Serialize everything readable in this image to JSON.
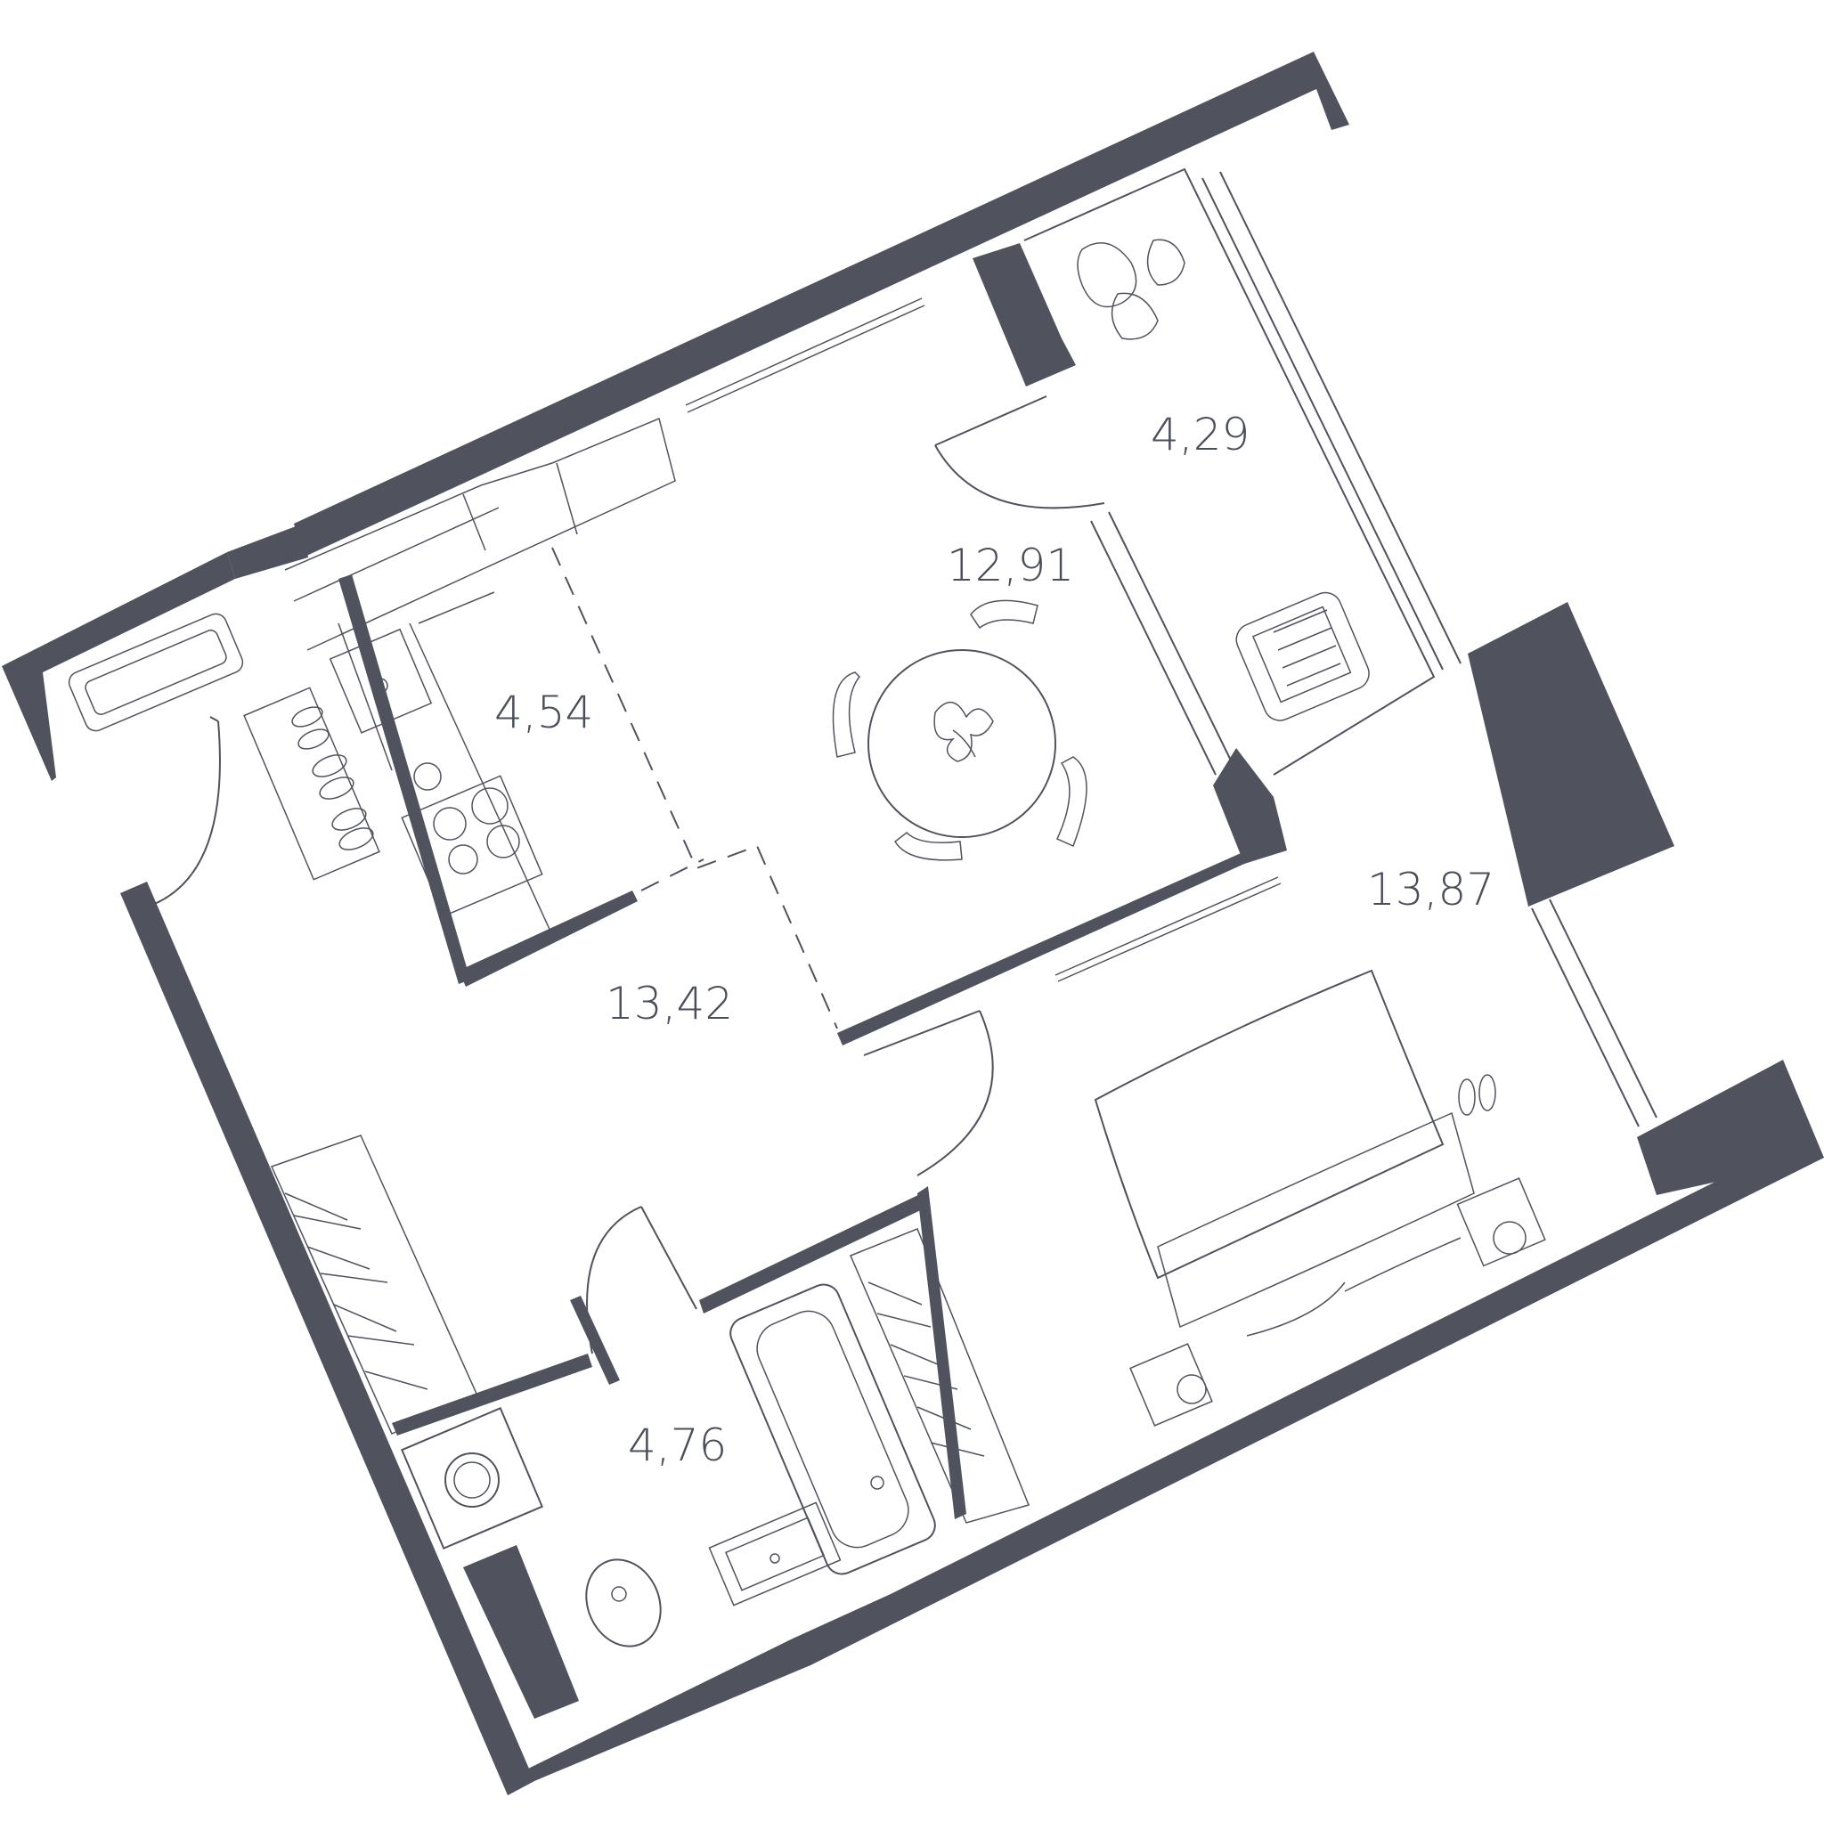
{
  "plan": {
    "colors": {
      "wall": "#50535e",
      "text": "#4a4e5a",
      "background": "#ffffff"
    },
    "rooms": [
      {
        "id": "balcony",
        "area": "4,29"
      },
      {
        "id": "living-kitchen",
        "area": "12,91"
      },
      {
        "id": "kitchen-zone",
        "area": "4,54"
      },
      {
        "id": "hallway",
        "area": "13,42"
      },
      {
        "id": "bedroom",
        "area": "13,87"
      },
      {
        "id": "bathroom",
        "area": "4,76"
      }
    ],
    "icons": [
      "plant-icon",
      "chair-icon",
      "dining-table-icon",
      "bed-icon",
      "slippers-icon",
      "sofa-icon",
      "bathtub-icon",
      "sink-icon",
      "toilet-icon",
      "washing-machine-icon",
      "stove-icon",
      "kitchen-sink-icon",
      "shoes-icon",
      "wardrobe-icon",
      "nightstand-icon",
      "tv-icon"
    ]
  }
}
